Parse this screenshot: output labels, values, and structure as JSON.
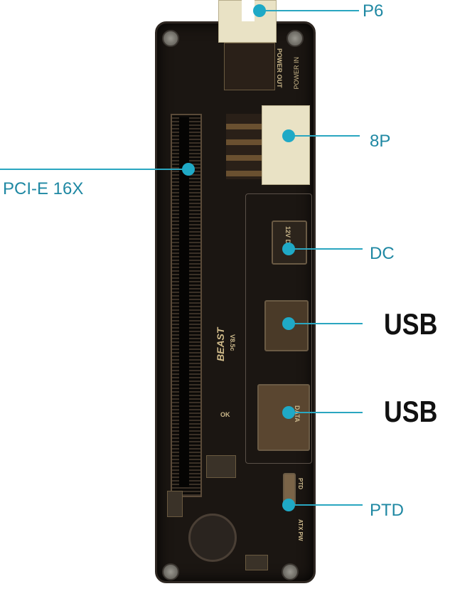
{
  "callouts": {
    "p6": "P6",
    "eight_pin": "8P",
    "pcie": "PCI-E 16X",
    "dc": "DC",
    "usb1": "USB",
    "usb2": "USB",
    "ptd": "PTD"
  },
  "board_silkscreen": {
    "power_out": "POWER OUT",
    "power_in": "POWER IN",
    "dc_jack": "12V DC",
    "brand": "BEAST",
    "version": "V8.5c",
    "ok": "OK",
    "data": "DATA",
    "ptd": "PTD",
    "atx": "ATX PW"
  },
  "colors": {
    "callout_line": "#2aa6c0",
    "callout_text": "#1f88a3",
    "usb_text": "#111111",
    "board": "#1b1612"
  }
}
